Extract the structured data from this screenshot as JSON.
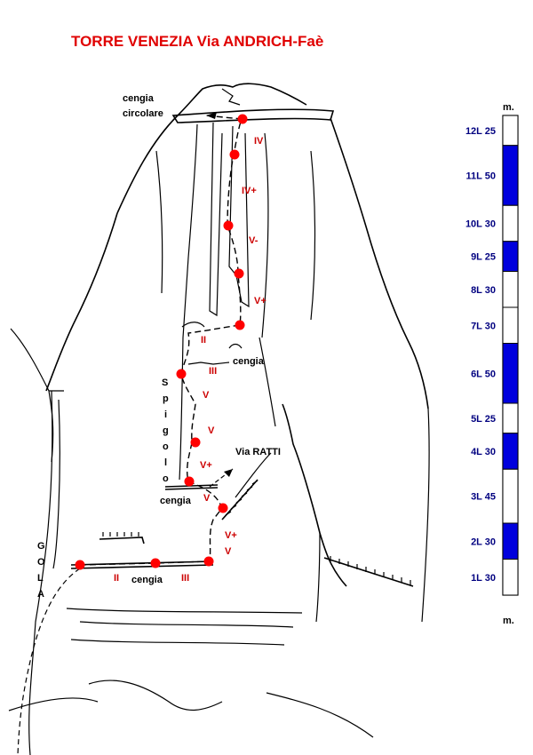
{
  "title": "TORRE VENEZIA  Via ANDRICH-Faè",
  "colors": {
    "title": "#e00000",
    "grade": "#cc0000",
    "belay": "#ff0000",
    "scale_fill": "#0000dd",
    "pitch_text": "#000080"
  },
  "labels": {
    "cengia_circolare_1": "cengia",
    "cengia_circolare_2": "circolare",
    "via_ratti": "Via RATTI",
    "cengia_upper": "cengia",
    "cengia_mid": "cengia",
    "cengia_low": "cengia",
    "spigolo": [
      "S",
      "p",
      "i",
      "g",
      "o",
      "l",
      "o"
    ],
    "gola": [
      "G",
      "O",
      "L",
      "A"
    ]
  },
  "grades": [
    "IV",
    "IV+",
    "V-",
    "V+",
    "II",
    "III",
    "V",
    "V",
    "V+",
    "V",
    "V+",
    "V",
    "II",
    "III"
  ],
  "scale": {
    "unit_top": "m.",
    "unit_bottom": "m.",
    "pitches": [
      {
        "label": "12L 25",
        "meters": 25,
        "filled": false
      },
      {
        "label": "11L 50",
        "meters": 50,
        "filled": true
      },
      {
        "label": "10L 30",
        "meters": 30,
        "filled": false
      },
      {
        "label": "9L 25",
        "meters": 25,
        "filled": true
      },
      {
        "label": "8L 30",
        "meters": 30,
        "filled": false
      },
      {
        "label": "7L 30",
        "meters": 30,
        "filled": false
      },
      {
        "label": "6L 50",
        "meters": 50,
        "filled": true
      },
      {
        "label": "5L 25",
        "meters": 25,
        "filled": false
      },
      {
        "label": "4L 30",
        "meters": 30,
        "filled": true
      },
      {
        "label": "3L 45",
        "meters": 45,
        "filled": false
      },
      {
        "label": "2L 30",
        "meters": 30,
        "filled": true
      },
      {
        "label": "1L 30",
        "meters": 30,
        "filled": false
      }
    ]
  }
}
